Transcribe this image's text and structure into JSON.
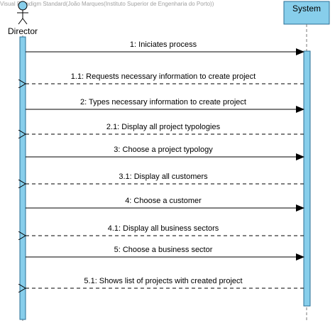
{
  "watermark": "Visual Paradigm Standard(João Marques(Instituto Superior de Engenharia do Porto))",
  "actor": {
    "name": "Director"
  },
  "system": {
    "name": "System"
  },
  "colors": {
    "lifeline_fill": "#87ceeb",
    "lifeline_stroke": "#2a6f96",
    "object_fill": "#87ceeb",
    "line": "#000000",
    "dashed_lifeline": "#7a7a7a"
  },
  "messages": [
    {
      "label": "1: Iniciates process",
      "type": "call"
    },
    {
      "label": "1.1: Requests necessary information to create project",
      "type": "return"
    },
    {
      "label": "2: Types necessary information to create project",
      "type": "call"
    },
    {
      "label": "2.1: Display all project typologies",
      "type": "return"
    },
    {
      "label": "3: Choose a project typology",
      "type": "call"
    },
    {
      "label": "3.1: Display all customers",
      "type": "return"
    },
    {
      "label": "4: Choose a customer",
      "type": "call"
    },
    {
      "label": "4.1: Display all business sectors",
      "type": "return"
    },
    {
      "label": "5: Choose a business sector",
      "type": "call"
    },
    {
      "label": "5.1: Shows list of projects with created project",
      "type": "return"
    }
  ]
}
